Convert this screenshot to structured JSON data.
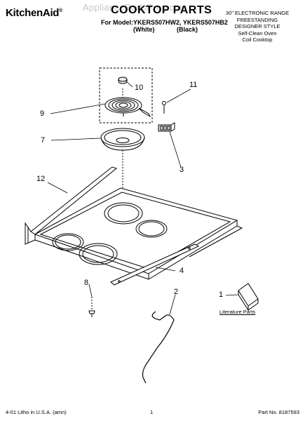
{
  "header": {
    "brand": "KitchenAid",
    "brand_mark": "®",
    "title": "COOKTOP PARTS",
    "watermark": "AppliancePartsPros.com",
    "model_prefix": "For Model:",
    "model_a": "YKERS507HW2,",
    "model_b": "YKERS507HB2",
    "color_a": "(White)",
    "color_b": "(Black)"
  },
  "spec": {
    "lines": [
      "30\" ELECTRONIC RANGE",
      "FREESTANDING",
      "DESIGNER STYLE",
      "Self-Clean Oven",
      "Coil Cooktop"
    ]
  },
  "callouts": {
    "p1": "1",
    "p2": "2",
    "p3": "3",
    "p4": "4",
    "p7": "7",
    "p8": "8",
    "p9": "9",
    "p10": "10",
    "p11": "11",
    "p12": "12"
  },
  "literature_label": "Literature Parts",
  "footer": {
    "left": "4-01 Litho in U.S.A. (amn)",
    "center": "1",
    "right": "Part No. 8187593"
  }
}
